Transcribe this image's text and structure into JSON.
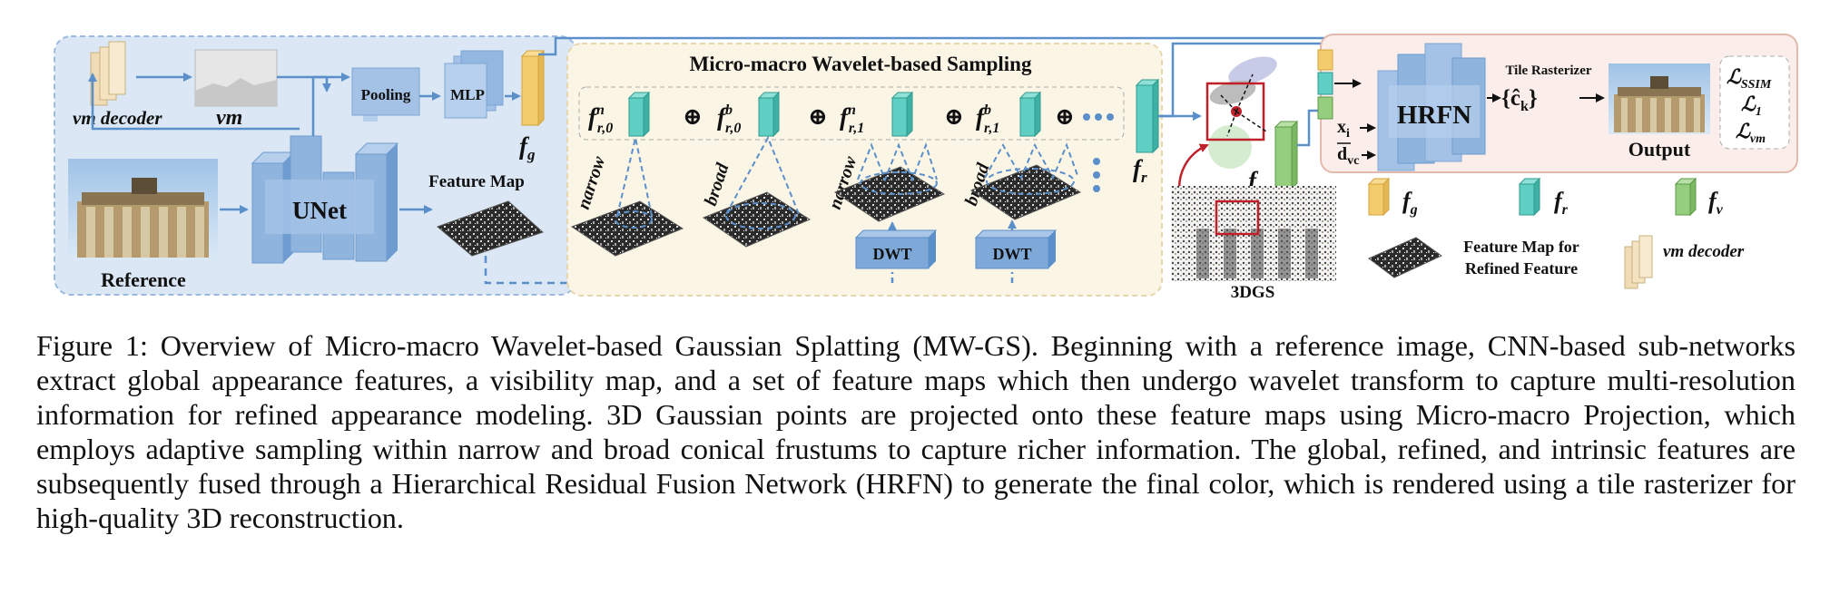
{
  "figure": {
    "left_panel": {
      "vm_decoder_label": "vm decoder",
      "vm_label": "vm",
      "pooling_label": "Pooling",
      "mlp_label": "MLP",
      "unet_label": "UNet",
      "reference_label": "Reference",
      "feature_map_label": "Feature Map",
      "fg_label": "f",
      "fg_sub": "g"
    },
    "sampling": {
      "title": "Micro-macro Wavelet-based Sampling",
      "features": [
        {
          "base": "f",
          "sup": "n",
          "sub": "r,0"
        },
        {
          "base": "f",
          "sup": "b",
          "sub": "r,0"
        },
        {
          "base": "f",
          "sup": "n",
          "sub": "r,1"
        },
        {
          "base": "f",
          "sup": "b",
          "sub": "r,1"
        }
      ],
      "oplus": "⊕",
      "narrow_label": "narrow",
      "broad_label": "broad",
      "dwt_label": "DWT",
      "fr_label": "f",
      "fr_sub": "r"
    },
    "gaussian": {
      "fv_label": "f",
      "fv_sub": "v",
      "dgs_label": "3DGS"
    },
    "hrfn": {
      "label": "HRFN",
      "tile_rasterizer_label": "Tile Rasterizer",
      "ck_label": "{ĉ",
      "ck_sub": "k",
      "ck_close": "}",
      "xi_label": "x",
      "xi_sub": "i",
      "dvc_label": "d",
      "dvc_sub": "vc",
      "output_label": "Output",
      "losses": [
        {
          "base": "ℒ",
          "sub": "SSIM"
        },
        {
          "base": "ℒ",
          "sub": "1"
        },
        {
          "base": "ℒ",
          "sub": "vm"
        }
      ]
    },
    "legend": {
      "fg": {
        "base": "f",
        "sub": "g"
      },
      "fr": {
        "base": "f",
        "sub": "r"
      },
      "fv": {
        "base": "f",
        "sub": "v"
      },
      "feature_map_line1": "Feature Map for",
      "feature_map_line2": "Refined Feature",
      "vm_decoder": "vm decoder"
    },
    "colors": {
      "left_panel_bg": "#dbe7f5",
      "sampling_panel_bg": "#fbf5e6",
      "hrfn_panel_bg": "#fbeeea",
      "fg_yellow": "#f3cc6e",
      "fr_teal": "#5fcfc3",
      "fv_green": "#96ce80",
      "block_blue": "#8fb4dd",
      "arrow_blue": "#5b8fc9",
      "red": "#c0202a"
    }
  },
  "caption": "Figure 1: Overview of Micro-macro Wavelet-based Gaussian Splatting (MW-GS). Beginning with a reference image, CNN-based sub-networks extract global appearance features, a visibility map, and a set of feature maps which then undergo wavelet transform to capture multi-resolution information for refined appearance modeling. 3D Gaussian points are projected onto these feature maps using Micro-macro Projection, which employs adaptive sampling within narrow and broad conical frustums to capture richer information. The global, refined, and intrinsic features are subsequently fused through a Hierarchical Residual Fusion Network (HRFN) to generate the final color, which is rendered using a tile rasterizer for high-quality 3D reconstruction."
}
